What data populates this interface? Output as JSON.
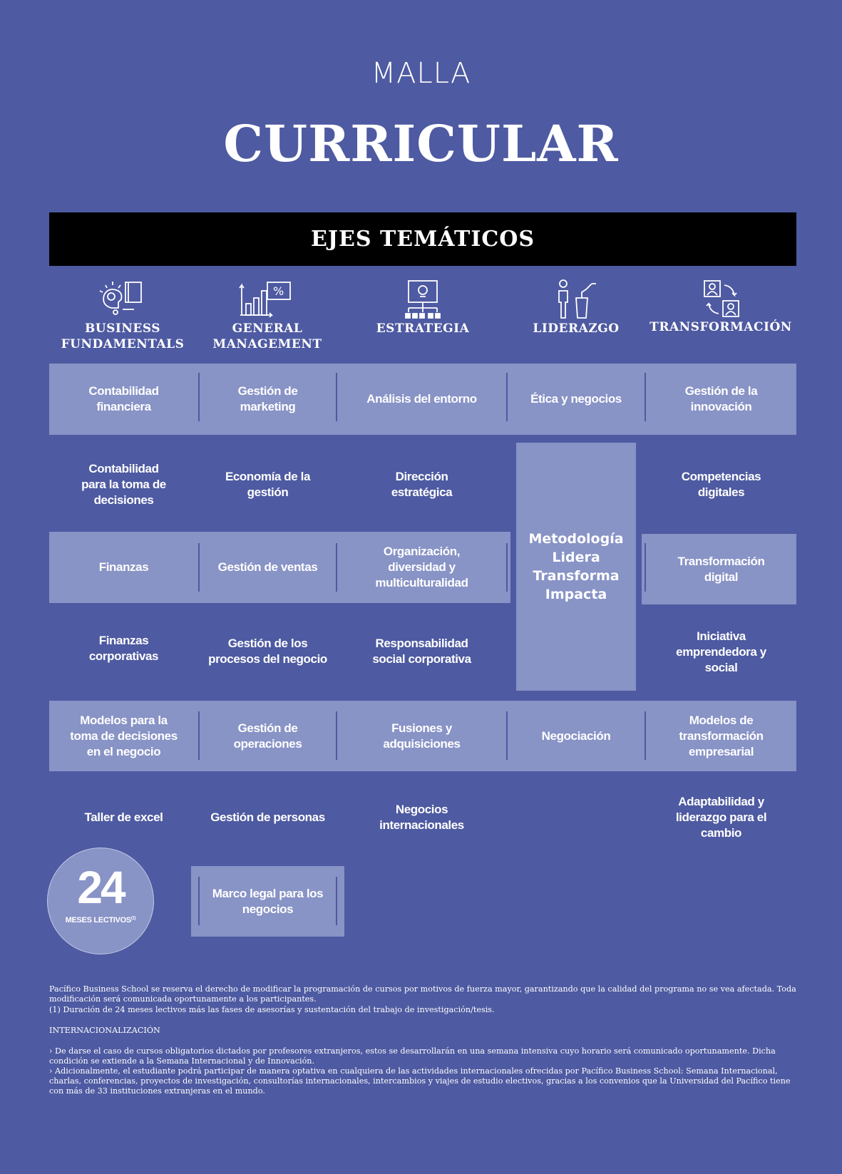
{
  "header": {
    "top_title": "MALLA",
    "main_title": "CURRICULAR"
  },
  "banner": {
    "label": "EJES TEMÁTICOS"
  },
  "axes": [
    {
      "label": "BUSINESS\nFUNDAMENTALS",
      "icon": "lightbulb-head-book-icon"
    },
    {
      "label": "GENERAL\nMANAGEMENT",
      "icon": "bar-chart-percent-icon"
    },
    {
      "label": "ESTRATEGIA",
      "icon": "presentation-board-icon"
    },
    {
      "label": "LIDERAZGO",
      "icon": "speaker-podium-icon"
    },
    {
      "label": "TRANSFORMACIÓN",
      "icon": "people-exchange-icon"
    }
  ],
  "courses": {
    "r1": [
      "Contabilidad\nfinanciera",
      "Gestión de\nmarketing",
      "Análisis del entorno",
      "Ética y negocios",
      "Gestión de la\ninnovación"
    ],
    "r2": [
      "Contabilidad\npara la toma de\ndecisiones",
      "Economía de la\ngestión",
      "Dirección\nestratégica",
      "Competencias\ndigitales"
    ],
    "r3": [
      "Finanzas",
      "Gestión de ventas",
      "Organización,\ndiversidad y\nmulticulturalidad",
      "Transformación\ndigital"
    ],
    "r4": [
      "Finanzas\ncorporativas",
      "Gestión de los\nprocesos del negocio",
      "Responsabilidad\nsocial corporativa",
      "Iniciativa\nemprendedora y\nsocial"
    ],
    "r5": [
      "Modelos para la\ntoma de decisiones\nen el negocio",
      "Gestión de\noperaciones",
      "Fusiones y\nadquisiciones",
      "Negociación",
      "Modelos de\ntransformación\nempresarial"
    ],
    "r6": [
      "Taller de excel",
      "Gestión de personas",
      "Negocios\ninternacionales",
      "Adaptabilidad y\nliderazgo para el\ncambio"
    ],
    "r7": [
      "Marco legal para los\nnegocios"
    ]
  },
  "methodology": "Metodología\nLidera\nTransforma\nImpacta",
  "duration": {
    "number": "24",
    "label": "MESES LECTIVOS",
    "note_mark": "(1)"
  },
  "footnotes": {
    "p1": "Pacífico Business School se reserva el derecho de modificar la programación de cursos por motivos de fuerza mayor, garantizando que la calidad del programa no se vea afectada. Toda modificación será comunicada oportunamente a los participantes.",
    "p2": "(1) Duración de 24 meses lectivos más las fases de asesorías y sustentación del trabajo de investigación/tesis.",
    "heading": "INTERNACIONALIZACIÓN",
    "b1": "›  De darse el caso de cursos obligatorios dictados por profesores extranjeros, estos se desarrollarán en una semana intensiva cuyo horario será comunicado oportunamente. Dicha condición se extiende a la Semana Internacional y de Innovación.",
    "b2": "› Adicionalmente, el estudiante podrá participar de manera optativa en cualquiera de las actividades internacionales ofrecidas por Pacífico Business School: Semana Internacional, charlas, conferencias, proyectos de investigación, consultorías internacionales, intercambios y viajes de estudio electivos, gracias a los convenios que la Universidad del Pacífico tiene con más de 33 instituciones extranjeras en el mundo."
  }
}
